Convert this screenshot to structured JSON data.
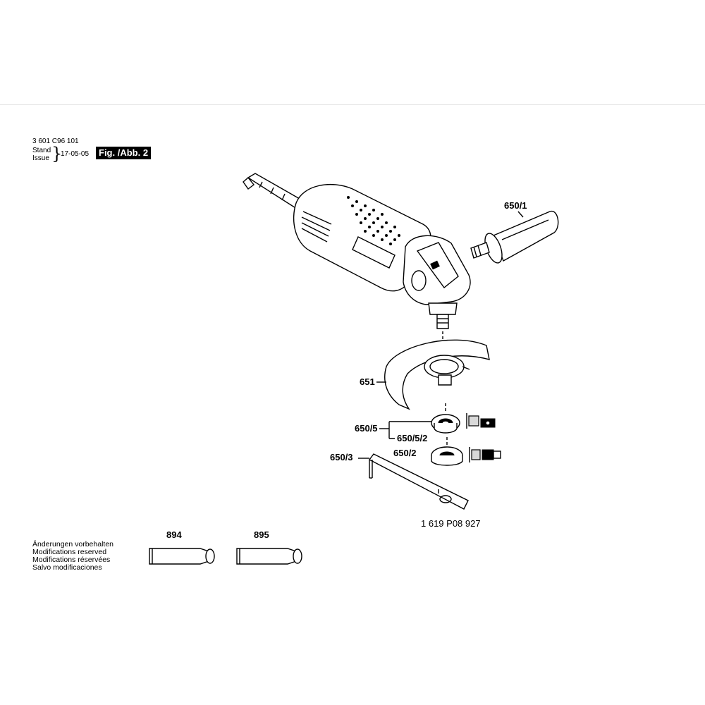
{
  "header": {
    "drawing_number": "3 601 C96 101",
    "stand_label": "Stand",
    "issue_label": "Issue",
    "date": "17-05-05",
    "figure_label": "Fig. /Abb. 2"
  },
  "parts": {
    "p650_1": "650/1",
    "p651": "651",
    "p650_5": "650/5",
    "p650_5_2": "650/5/2",
    "p650_2": "650/2",
    "p650_3": "650/3",
    "p894": "894",
    "p895": "895",
    "order_number": "1 619 P08 927"
  },
  "notes": {
    "de": "Änderungen vorbehalten",
    "en": "Modifications reserved",
    "fr": "Modifications réservées",
    "es": "Salvo modificaciones"
  }
}
